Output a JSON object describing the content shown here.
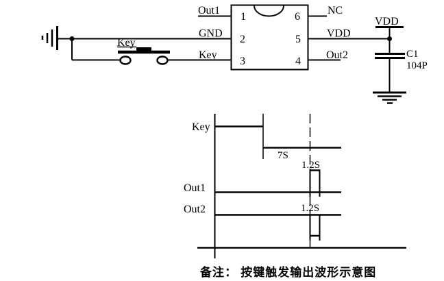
{
  "colors": {
    "ink": "#000000",
    "background": "#ffffff"
  },
  "circuit": {
    "ic": {
      "pin_numbers": {
        "p1": "1",
        "p2": "2",
        "p3": "3",
        "p4": "4",
        "p5": "5",
        "p6": "6"
      },
      "left_pins": {
        "pin1": "Out1",
        "pin2": "GND",
        "pin3": "Key"
      },
      "right_pins": {
        "pin6": "NC",
        "pin5": "VDD",
        "pin4": "Out2"
      }
    },
    "switch": {
      "label": "Key"
    },
    "power": {
      "vdd_label": "VDD"
    },
    "capacitor": {
      "ref": "C1",
      "value": "104P"
    }
  },
  "timing": {
    "signals": {
      "key": "Key",
      "out1": "Out1",
      "out2": "Out2"
    },
    "annotations": {
      "key_low_duration": "7S",
      "out1_pulse_width": "1.2S",
      "out2_pulse_width": "1.2S"
    }
  },
  "caption": {
    "text": "备注：  按键触发输出波形示意图"
  }
}
